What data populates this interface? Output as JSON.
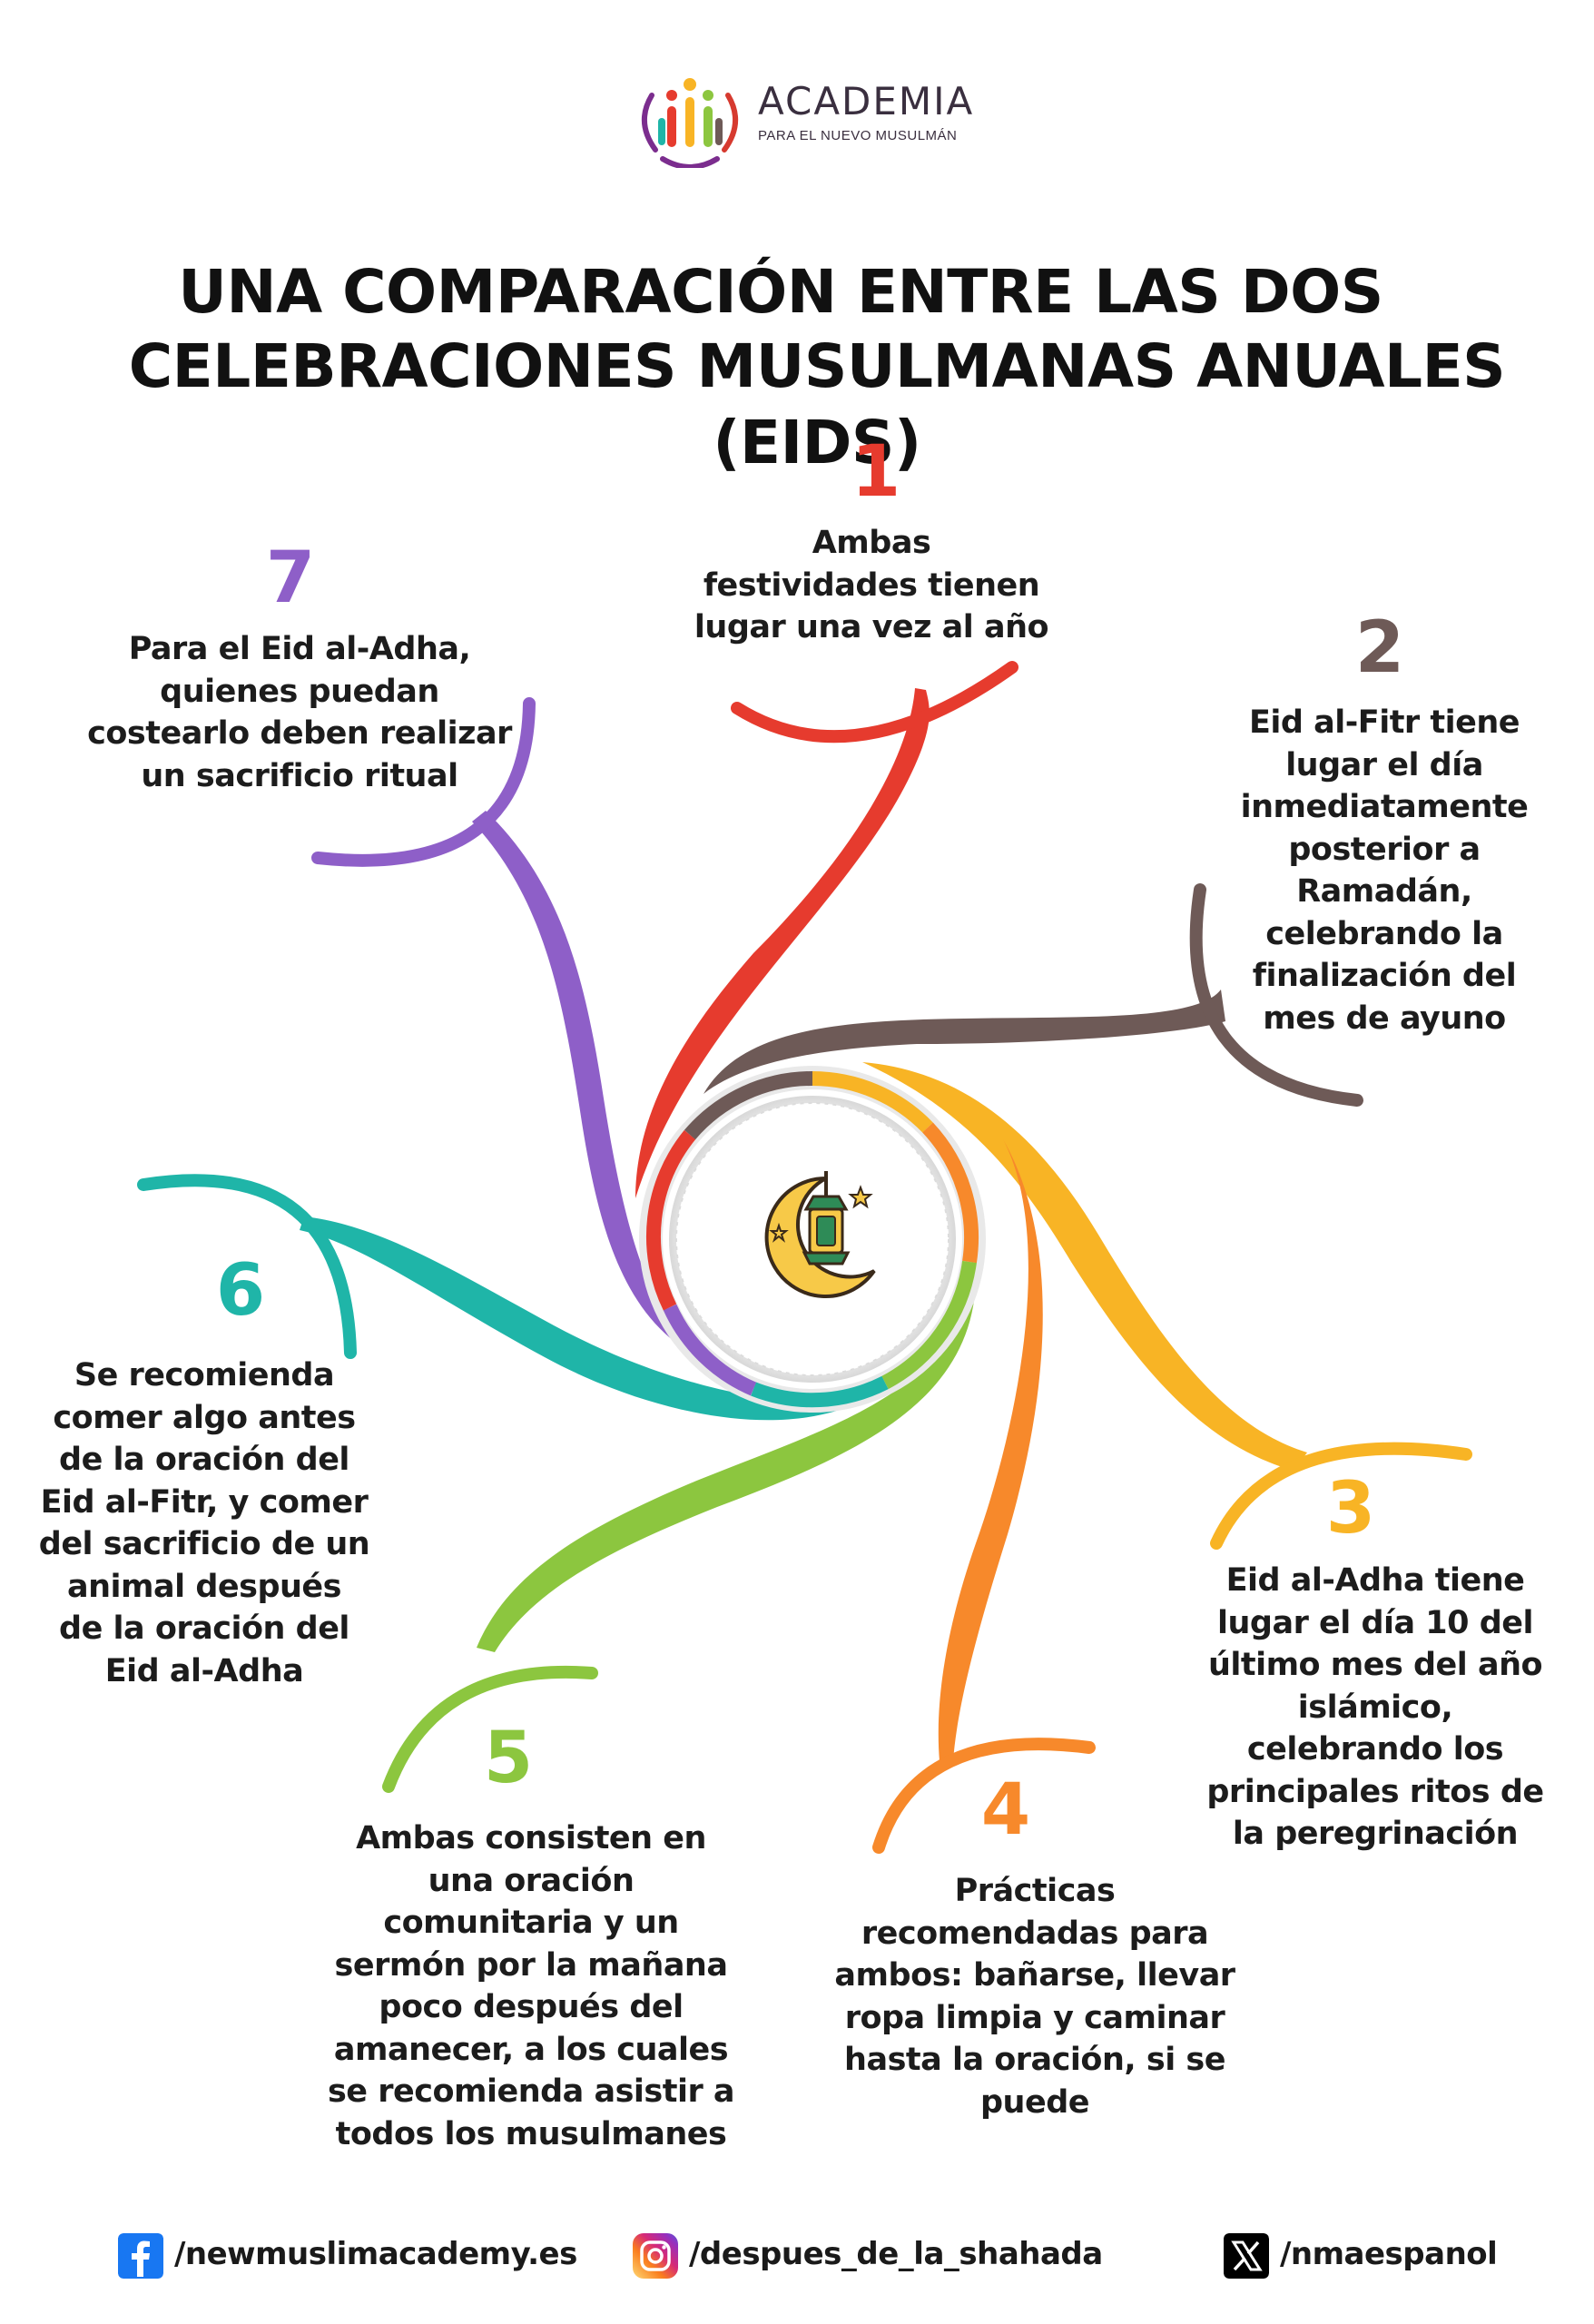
{
  "brand": {
    "name": "ACADEMIA",
    "subtitle": "PARA EL NUEVO MUSULMÁN"
  },
  "title": {
    "line1": "UNA COMPARACIÓN ENTRE LAS DOS",
    "line2": "CELEBRACIONES MUSULMANAS ANUALES (EIDS)"
  },
  "center_icon": "crescent-moon-lantern-icon",
  "steps": [
    {
      "number": "1",
      "color": "#e63b2e",
      "text": "Ambas\nfestividades tienen\nlugar una vez al año"
    },
    {
      "number": "2",
      "color": "#6e5a57",
      "text": "Eid al-Fitr tiene\nlugar el día\ninmediatamente\nposterior a\nRamadán,\ncelebrando la\nfinalización del\nmes de ayuno"
    },
    {
      "number": "3",
      "color": "#f8b425",
      "text": "Eid al-Adha tiene\nlugar el día 10 del\núltimo mes del año\nislámico,\ncelebrando los\nprincipales ritos de\nla peregrinación"
    },
    {
      "number": "4",
      "color": "#f7892b",
      "text": "Prácticas\nrecomendadas para\nambos: bañarse, llevar\nropa limpia y caminar\nhasta la oración, si se\npuede"
    },
    {
      "number": "5",
      "color": "#8cc63f",
      "text": "Ambas consisten en\nuna oración\ncomunitaria y un\nsermón por la mañana\npoco después del\namanecer, a los cuales\nse recomienda asistir a\ntodos los musulmanes"
    },
    {
      "number": "6",
      "color": "#1fb5a8",
      "text": "Se recomienda\ncomer algo antes\nde la oración del\nEid al-Fitr, y comer\ndel sacrificio de un\nanimal después\nde la oración del\nEid al-Adha"
    },
    {
      "number": "7",
      "color": "#8e5fc8",
      "text": "Para el Eid al-Adha,\nquienes puedan\ncostearlo deben realizar\nun sacrificio ritual"
    }
  ],
  "footer": {
    "facebook": {
      "icon": "facebook-icon",
      "handle": "/newmuslimacademy.es",
      "color": "#1877f2"
    },
    "instagram": {
      "icon": "instagram-icon",
      "handle": "/despues_de_la_shahada",
      "color": "#d62976"
    },
    "x": {
      "icon": "x-icon",
      "handle": "/nmaespanol",
      "color": "#000000"
    }
  }
}
